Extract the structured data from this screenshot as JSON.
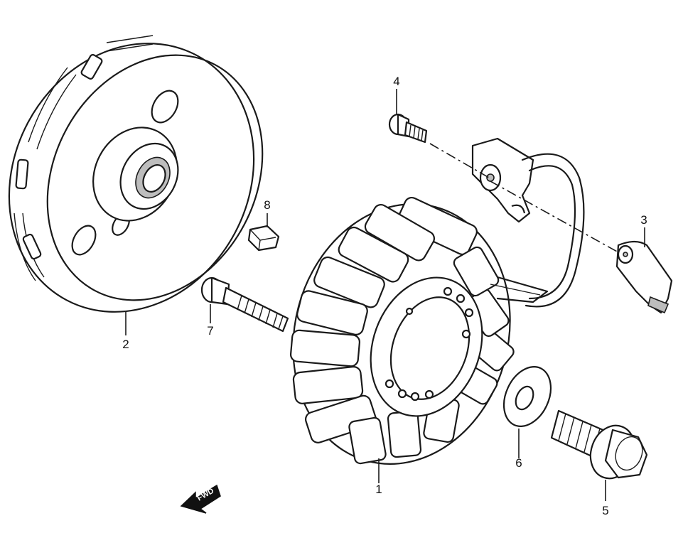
{
  "diagram": {
    "type": "exploded-parts-view",
    "direction_arrow": {
      "label": "FWD",
      "icon": "forward-arrow-icon"
    },
    "callouts": [
      {
        "id": "1",
        "part": "stator"
      },
      {
        "id": "2",
        "part": "rotor"
      },
      {
        "id": "3",
        "part": "clamp"
      },
      {
        "id": "4",
        "part": "bolt"
      },
      {
        "id": "5",
        "part": "bolt"
      },
      {
        "id": "6",
        "part": "washer"
      },
      {
        "id": "7",
        "part": "bolt"
      },
      {
        "id": "8",
        "part": "key"
      }
    ]
  }
}
